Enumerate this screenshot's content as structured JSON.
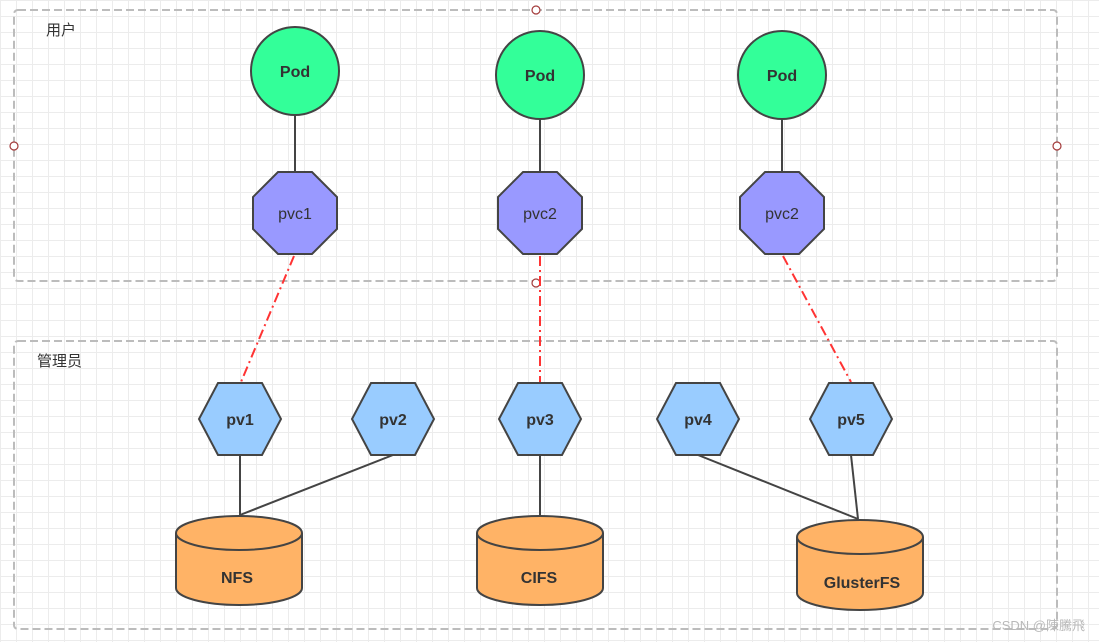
{
  "groups": {
    "user": {
      "label": "用户"
    },
    "admin": {
      "label": "管理员"
    }
  },
  "pods": [
    {
      "label": "Pod"
    },
    {
      "label": "Pod"
    },
    {
      "label": "Pod"
    }
  ],
  "pvcs": [
    {
      "label": "pvc1"
    },
    {
      "label": "pvc2"
    },
    {
      "label": "pvc2"
    }
  ],
  "pvs": [
    {
      "label": "pv1"
    },
    {
      "label": "pv2"
    },
    {
      "label": "pv3"
    },
    {
      "label": "pv4"
    },
    {
      "label": "pv5"
    }
  ],
  "storages": [
    {
      "label": "NFS"
    },
    {
      "label": "CIFS"
    },
    {
      "label": "GlusterFS"
    }
  ],
  "watermark": "CSDN @陳騰飛",
  "colors": {
    "pod": "#33ff99",
    "pvc": "#9999ff",
    "pv": "#99ccff",
    "storage": "#ffb366",
    "binding": "#ff3333",
    "stroke": "#444444"
  }
}
